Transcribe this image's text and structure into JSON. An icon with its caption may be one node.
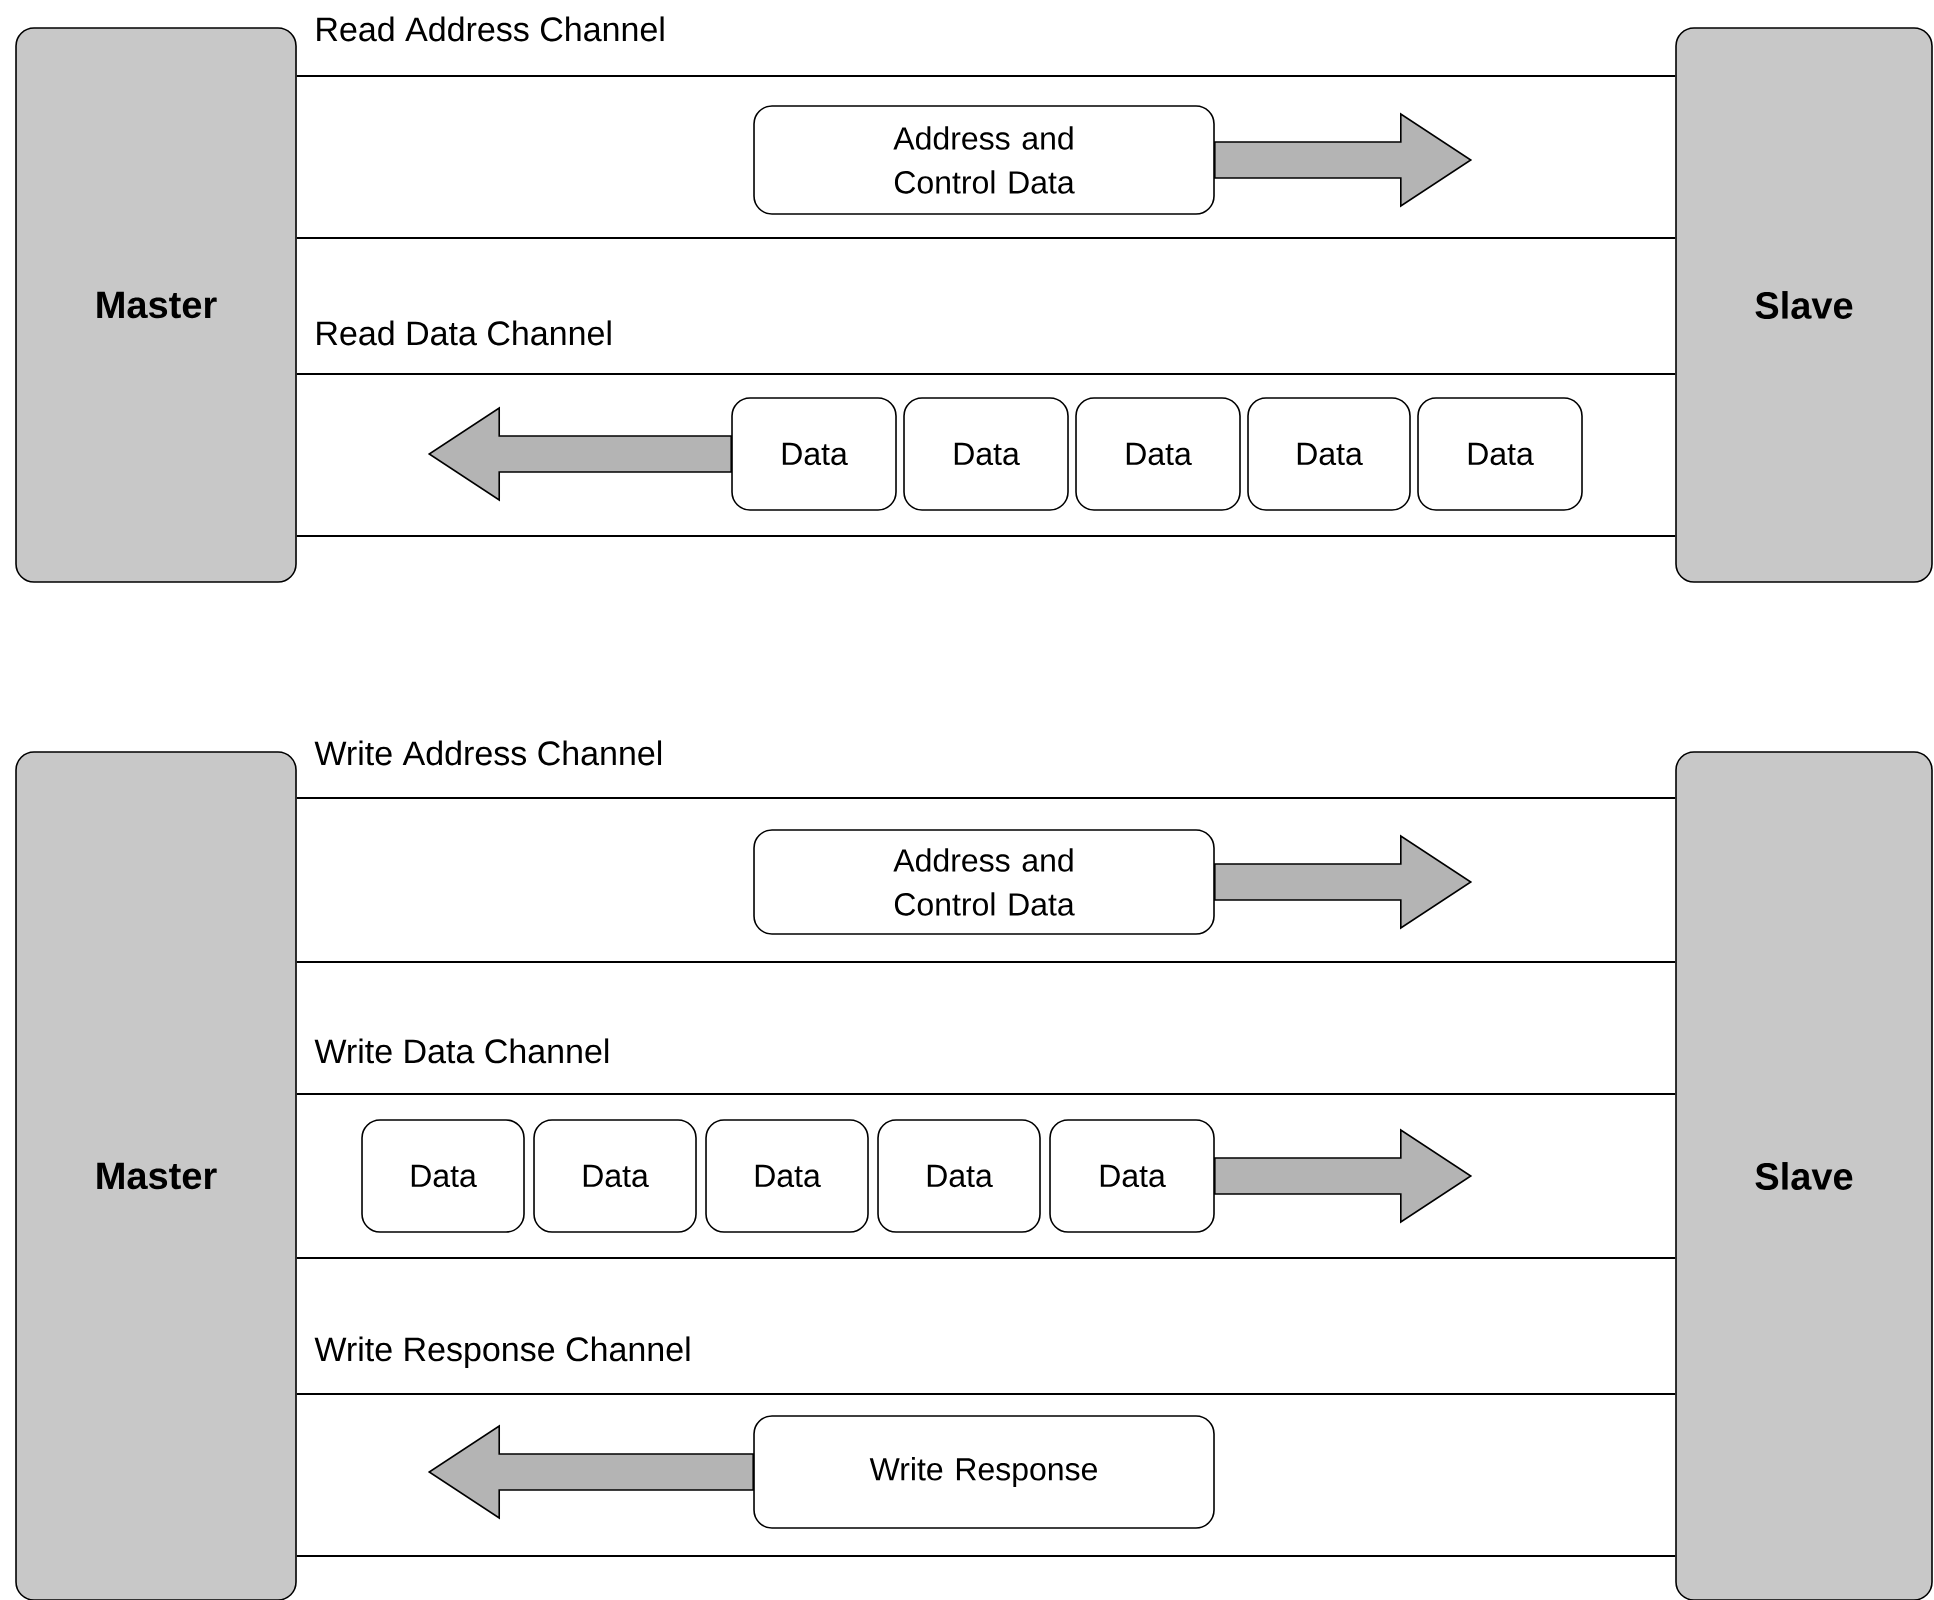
{
  "diagram": {
    "nodes": [
      {
        "text": [
          "Master"
        ]
      },
      {
        "text": [
          "Slave"
        ]
      },
      {
        "text": [
          "Address and Control Data"
        ]
      },
      {
        "text": [
          "Data"
        ]
      },
      {
        "text": [
          "Data"
        ]
      },
      {
        "text": [
          "Data"
        ]
      },
      {
        "text": [
          "Data"
        ]
      },
      {
        "text": [
          "Data"
        ]
      },
      {
        "text": [
          "Master"
        ]
      },
      {
        "text": [
          "Slave"
        ]
      },
      {
        "text": [
          "Address and Control Data"
        ]
      },
      {
        "text": [
          "Data"
        ]
      },
      {
        "text": [
          "Data"
        ]
      },
      {
        "text": [
          "Data"
        ]
      },
      {
        "text": [
          "Data"
        ]
      },
      {
        "text": [
          "Data"
        ]
      },
      {
        "text": [
          "Write Response"
        ]
      }
    ],
    "edges": [
      {
        "from": 2,
        "to": null,
        "arrow": "to"
      },
      {
        "from": 3,
        "to": null,
        "arrow": "to"
      },
      {
        "from": 10,
        "to": null,
        "arrow": "to"
      },
      {
        "from": 15,
        "to": null,
        "arrow": "to"
      },
      {
        "from": 16,
        "to": null,
        "arrow": "to"
      },
      {
        "from": 0,
        "to": 1,
        "arrow": "none"
      },
      {
        "from": 0,
        "to": 1,
        "arrow": "none"
      },
      {
        "from": 0,
        "to": 1,
        "arrow": "none"
      },
      {
        "from": 0,
        "to": 1,
        "arrow": "none"
      },
      {
        "from": 8,
        "to": 9,
        "arrow": "none"
      },
      {
        "from": 8,
        "to": 9,
        "arrow": "none"
      },
      {
        "from": 8,
        "to": 9,
        "arrow": "none"
      },
      {
        "from": 8,
        "to": 9,
        "arrow": "none"
      },
      {
        "from": 8,
        "to": 9,
        "arrow": "none"
      },
      {
        "from": 8,
        "to": 9,
        "arrow": "none"
      }
    ],
    "labels": [
      "Read Address Channel",
      "Read Data Channel",
      "Write Address Channel",
      "Write Data Channel",
      "Write Response Channel"
    ]
  }
}
